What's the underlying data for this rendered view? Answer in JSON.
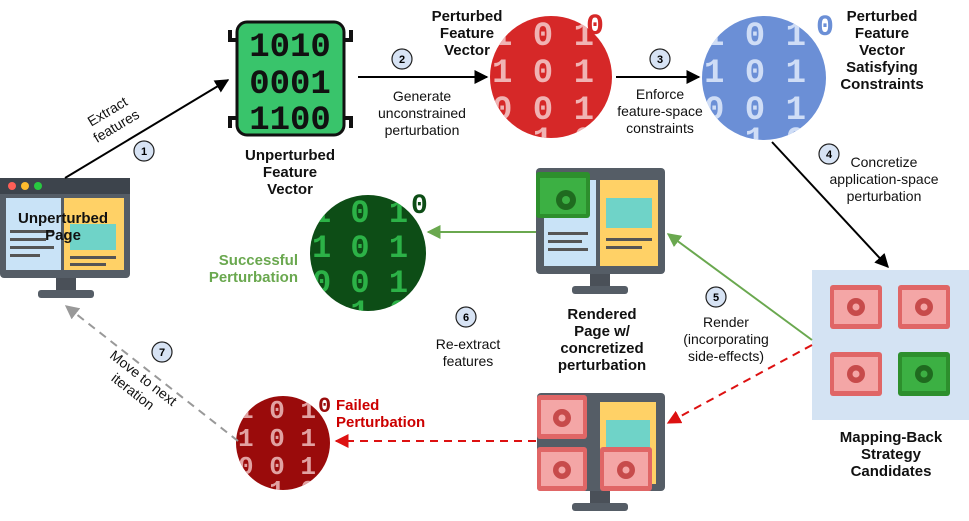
{
  "colors": {
    "arrow_main": "#000000",
    "arrow_success": "#6aa84f",
    "arrow_fail": "#dd1111",
    "arrow_iteration": "#999999",
    "vector_green": "#39c46b",
    "perturbed_red": "#d62828",
    "constrained_blue": "#6b8fd6",
    "success_dark_green": "#0d4d16",
    "failed_dark_red": "#9a0b0b",
    "strategy_panel": "#d4e3f3",
    "step_circle": "#d7e3f4"
  },
  "nodes": {
    "unperturbed_page": "Unperturbed\nPage",
    "unperturbed_vector": "Unperturbed\nFeature\nVector",
    "binary_code": [
      "1010",
      "0001",
      "1100"
    ],
    "perturbed_vector": "Perturbed\nFeature\nVector",
    "constrained_vector": "Perturbed\nFeature\nVector\nSatisfying\nConstraints",
    "strategy_candidates": "Mapping-Back\nStrategy\nCandidates",
    "rendered_page": "Rendered\nPage w/\nconcretized\nperturbation",
    "successful": "Successful\nPerturbation",
    "failed": "Failed\nPerturbation"
  },
  "steps": [
    {
      "number": "1",
      "label": "Extract\nfeatures"
    },
    {
      "number": "2",
      "label": "Generate\nunconstrained\nperturbation"
    },
    {
      "number": "3",
      "label": "Enforce\nfeature-space\nconstraints"
    },
    {
      "number": "4",
      "label": "Concretize\napplication-space\nperturbation"
    },
    {
      "number": "5",
      "label": "Render\n(incorporating\nside-effects)"
    },
    {
      "number": "6",
      "label": "Re-extract\nfeatures"
    },
    {
      "number": "7",
      "label": "Move to next\niteration"
    }
  ]
}
